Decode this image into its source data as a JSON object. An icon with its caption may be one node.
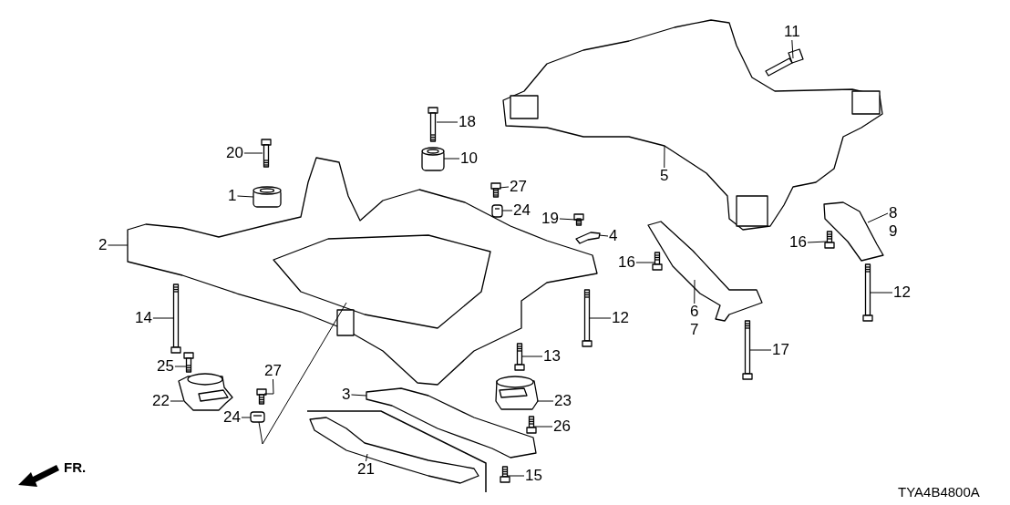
{
  "diagram": {
    "nodes": [
      {
        "text": [
          "20"
        ]
      },
      {
        "text": [
          "18"
        ]
      },
      {
        "text": [
          "10"
        ]
      },
      {
        "text": [
          "1"
        ]
      },
      {
        "text": [
          "2"
        ]
      },
      {
        "text": [
          "27"
        ]
      },
      {
        "text": [
          "24"
        ]
      },
      {
        "text": [
          "19"
        ]
      },
      {
        "text": [
          "4"
        ]
      },
      {
        "text": [
          "11"
        ]
      },
      {
        "text": [
          "5"
        ]
      },
      {
        "text": [
          "8"
        ]
      },
      {
        "text": [
          "9"
        ]
      },
      {
        "text": [
          "16"
        ]
      },
      {
        "text": [
          "16"
        ]
      },
      {
        "text": [
          "6"
        ]
      },
      {
        "text": [
          "7"
        ]
      },
      {
        "text": [
          "12"
        ]
      },
      {
        "text": [
          "14"
        ]
      },
      {
        "text": [
          "12"
        ]
      },
      {
        "text": [
          "13"
        ]
      },
      {
        "text": [
          "17"
        ]
      },
      {
        "text": [
          "25"
        ]
      },
      {
        "text": [
          "27"
        ]
      },
      {
        "text": [
          "22"
        ]
      },
      {
        "text": [
          "24"
        ]
      },
      {
        "text": [
          "3"
        ]
      },
      {
        "text": [
          "23"
        ]
      },
      {
        "text": [
          "26"
        ]
      },
      {
        "text": [
          "21"
        ]
      },
      {
        "text": [
          "15"
        ]
      },
      {
        "text": [],
        "shape": "picture"
      },
      {
        "text": [],
        "shape": "picture"
      },
      {
        "text": [],
        "shape": "cylinder"
      },
      {
        "text": [],
        "shape": "cylinder"
      },
      {
        "text": [],
        "shape": "picture"
      },
      {
        "text": [],
        "shape": "picture"
      },
      {
        "text": [],
        "shape": "picture"
      },
      {
        "text": [],
        "shape": "picture"
      },
      {
        "text": [],
        "shape": "picture"
      },
      {
        "text": [],
        "shape": "picture"
      },
      {
        "text": [],
        "shape": "picture"
      },
      {
        "text": [],
        "shape": "picture"
      },
      {
        "text": [],
        "shape": "picture"
      },
      {
        "text": [],
        "shape": "picture"
      },
      {
        "text": [],
        "shape": "picture"
      },
      {
        "text": [],
        "shape": "picture"
      },
      {
        "text": [],
        "shape": "picture"
      },
      {
        "text": [],
        "shape": "picture"
      },
      {
        "text": [],
        "shape": "picture"
      },
      {
        "text": [],
        "shape": "picture"
      },
      {
        "text": [],
        "shape": "picture"
      },
      {
        "text": [],
        "shape": "picture"
      },
      {
        "text": [],
        "shape": "picture"
      },
      {
        "text": [],
        "shape": "picture"
      },
      {
        "text": [],
        "shape": "picture"
      },
      {
        "text": [],
        "shape": "picture"
      },
      {
        "text": [],
        "shape": "picture"
      },
      {
        "text": [],
        "shape": "picture"
      },
      {
        "text": [],
        "shape": "picture"
      }
    ],
    "edges": [
      {
        "from": 0,
        "to": 31,
        "arrow": "none"
      },
      {
        "from": 1,
        "to": 32,
        "arrow": "none"
      },
      {
        "from": 2,
        "to": 33,
        "arrow": "none"
      },
      {
        "from": 3,
        "to": 34,
        "arrow": "none"
      },
      {
        "from": 4,
        "to": 35,
        "arrow": "none"
      },
      {
        "from": 5,
        "to": 36,
        "arrow": "none"
      },
      {
        "from": 6,
        "to": 37,
        "arrow": "none"
      },
      {
        "from": 7,
        "to": 38,
        "arrow": "none"
      },
      {
        "from": 8,
        "to": 39,
        "arrow": "none"
      },
      {
        "from": 9,
        "to": 40,
        "arrow": "none"
      },
      {
        "from": 10,
        "to": 41,
        "arrow": "none"
      },
      {
        "from": 11,
        "to": 42,
        "arrow": "none"
      },
      {
        "from": 13,
        "to": 43,
        "arrow": "none"
      },
      {
        "from": 14,
        "to": 44,
        "arrow": "none"
      },
      {
        "from": 15,
        "to": 45,
        "arrow": "none"
      },
      {
        "from": 17,
        "to": 46,
        "arrow": "none"
      },
      {
        "from": 18,
        "to": 47,
        "arrow": "none"
      },
      {
        "from": 19,
        "to": 48,
        "arrow": "none"
      },
      {
        "from": 20,
        "to": 49,
        "arrow": "none"
      },
      {
        "from": 21,
        "to": 50,
        "arrow": "none"
      },
      {
        "from": 22,
        "to": 51,
        "arrow": "none"
      },
      {
        "from": 23,
        "to": 52,
        "arrow": "none"
      },
      {
        "from": 24,
        "to": 53,
        "arrow": "none"
      },
      {
        "from": 25,
        "to": 54,
        "arrow": "none"
      },
      {
        "from": 26,
        "to": 55,
        "arrow": "none"
      },
      {
        "from": 27,
        "to": 56,
        "arrow": "none"
      },
      {
        "from": 28,
        "to": 57,
        "arrow": "none"
      },
      {
        "from": 29,
        "to": 58,
        "arrow": "none"
      },
      {
        "from": 30,
        "to": 59,
        "arrow": "none"
      },
      {
        "from": 54,
        "to": 35,
        "arrow": "none"
      }
    ],
    "labels": [
      "FR.",
      "TYA4B4800A"
    ]
  }
}
